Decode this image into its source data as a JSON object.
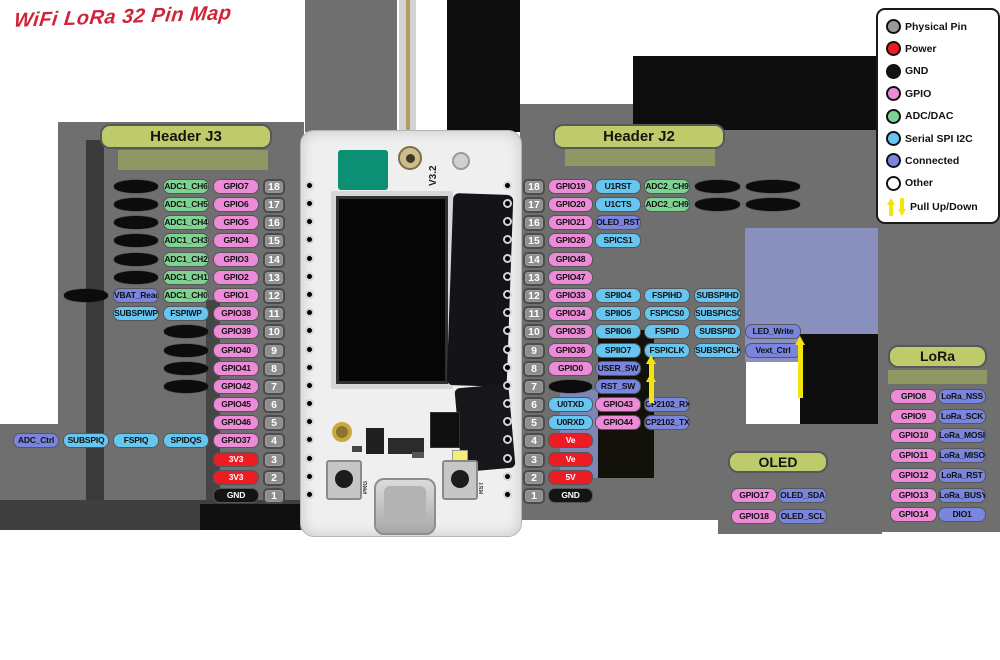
{
  "title": "WiFi LoRa 32 Pin Map",
  "colors": {
    "physical": "#999999",
    "power": "#ED1C24",
    "gnd": "#141414",
    "gpio": "#EE8BD8",
    "adc": "#7FD392",
    "serial": "#66C6F0",
    "connected": "#7A85DE",
    "other": "#FFFFFF",
    "arrow": "#F2E40C",
    "header_box": "#BFCB6B",
    "title_color": "#CE2436"
  },
  "legend": {
    "items": [
      {
        "label": "Physical Pin",
        "swatch": "physical"
      },
      {
        "label": "Power",
        "swatch": "power"
      },
      {
        "label": "GND",
        "swatch": "gnd"
      },
      {
        "label": "GPIO",
        "swatch": "gpio"
      },
      {
        "label": "ADC/DAC",
        "swatch": "adc"
      },
      {
        "label": "Serial SPI I2C",
        "swatch": "serial"
      },
      {
        "label": "Connected",
        "swatch": "connected"
      },
      {
        "label": "Other",
        "swatch": "other"
      },
      {
        "label": "Pull Up/Down",
        "swatch": "arrows"
      }
    ]
  },
  "headers": {
    "j3": {
      "label": "Header J3",
      "rows": [
        {
          "n": 18,
          "cells": [
            {
              "t": "GPIO7",
              "c": "gpio"
            },
            {
              "t": "ADC1_CH6",
              "c": "adc"
            },
            {
              "c": "blob"
            }
          ]
        },
        {
          "n": 17,
          "cells": [
            {
              "t": "GPIO6",
              "c": "gpio"
            },
            {
              "t": "ADC1_CH5",
              "c": "adc"
            },
            {
              "c": "blob"
            }
          ]
        },
        {
          "n": 16,
          "cells": [
            {
              "t": "GPIO5",
              "c": "gpio"
            },
            {
              "t": "ADC1_CH4",
              "c": "adc"
            },
            {
              "c": "blob"
            }
          ]
        },
        {
          "n": 15,
          "cells": [
            {
              "t": "GPIO4",
              "c": "gpio"
            },
            {
              "t": "ADC1_CH3",
              "c": "adc"
            },
            {
              "c": "blob"
            }
          ]
        },
        {
          "n": 14,
          "cells": [
            {
              "t": "GPIO3",
              "c": "gpio"
            },
            {
              "t": "ADC1_CH2",
              "c": "adc"
            },
            {
              "c": "blob"
            }
          ]
        },
        {
          "n": 13,
          "cells": [
            {
              "t": "GPIO2",
              "c": "gpio"
            },
            {
              "t": "ADC1_CH1",
              "c": "adc"
            },
            {
              "c": "blob"
            }
          ]
        },
        {
          "n": 12,
          "cells": [
            {
              "t": "GPIO1",
              "c": "gpio"
            },
            {
              "t": "ADC1_CH0",
              "c": "adc"
            },
            {
              "t": "VBAT_Read",
              "c": "connected"
            },
            {
              "c": "blob"
            }
          ]
        },
        {
          "n": 11,
          "cells": [
            {
              "t": "GPIO38",
              "c": "gpio"
            },
            {
              "t": "FSPIWP",
              "c": "serial"
            },
            {
              "t": "SUBSPIWP",
              "c": "serial"
            }
          ]
        },
        {
          "n": 10,
          "cells": [
            {
              "t": "GPIO39",
              "c": "gpio"
            },
            {
              "c": "blob"
            }
          ]
        },
        {
          "n": 9,
          "cells": [
            {
              "t": "GPIO40",
              "c": "gpio"
            },
            {
              "c": "blob"
            }
          ]
        },
        {
          "n": 8,
          "cells": [
            {
              "t": "GPIO41",
              "c": "gpio"
            },
            {
              "c": "blob"
            }
          ]
        },
        {
          "n": 7,
          "cells": [
            {
              "t": "GPIO42",
              "c": "gpio"
            },
            {
              "c": "blob"
            }
          ]
        },
        {
          "n": 6,
          "cells": [
            {
              "t": "GPIO45",
              "c": "gpio"
            }
          ]
        },
        {
          "n": 5,
          "cells": [
            {
              "t": "GPIO46",
              "c": "gpio"
            }
          ]
        },
        {
          "n": 4,
          "cells": [
            {
              "t": "GPIO37",
              "c": "gpio"
            },
            {
              "t": "SPIDQS",
              "c": "serial"
            },
            {
              "t": "FSPIQ",
              "c": "serial"
            },
            {
              "t": "SUBSPIQ",
              "c": "serial"
            },
            {
              "t": "ADC_Ctrl",
              "c": "connected"
            }
          ]
        },
        {
          "n": 3,
          "cells": [
            {
              "t": "3V3",
              "c": "power"
            }
          ]
        },
        {
          "n": 2,
          "cells": [
            {
              "t": "3V3",
              "c": "power"
            }
          ]
        },
        {
          "n": 1,
          "cells": [
            {
              "t": "GND",
              "c": "gnd"
            }
          ]
        }
      ]
    },
    "j2": {
      "label": "Header J2",
      "rows": [
        {
          "n": 18,
          "cells": [
            {
              "t": "GPIO19",
              "c": "gpio"
            },
            {
              "t": "U1RST",
              "c": "serial"
            },
            {
              "t": "ADC2_CH9",
              "c": "adc"
            },
            {
              "c": "blob"
            },
            {
              "c": "blob"
            }
          ]
        },
        {
          "n": 17,
          "cells": [
            {
              "t": "GPIO20",
              "c": "gpio"
            },
            {
              "t": "U1CTS",
              "c": "serial"
            },
            {
              "t": "ADC2_CH9",
              "c": "adc"
            },
            {
              "c": "blob"
            },
            {
              "c": "blob"
            }
          ]
        },
        {
          "n": 16,
          "cells": [
            {
              "t": "GPIO21",
              "c": "gpio"
            },
            {
              "t": "OLED_RST",
              "c": "connected"
            }
          ]
        },
        {
          "n": 15,
          "cells": [
            {
              "t": "GPIO26",
              "c": "gpio"
            },
            {
              "t": "SPICS1",
              "c": "serial"
            }
          ]
        },
        {
          "n": 14,
          "cells": [
            {
              "t": "GPIO48",
              "c": "gpio"
            }
          ]
        },
        {
          "n": 13,
          "cells": [
            {
              "t": "GPIO47",
              "c": "gpio"
            }
          ]
        },
        {
          "n": 12,
          "cells": [
            {
              "t": "GPIO33",
              "c": "gpio"
            },
            {
              "t": "SPIIO4",
              "c": "serial"
            },
            {
              "t": "FSPIHD",
              "c": "serial"
            },
            {
              "t": "SUBSPIHD",
              "c": "serial"
            }
          ]
        },
        {
          "n": 11,
          "cells": [
            {
              "t": "GPIO34",
              "c": "gpio"
            },
            {
              "t": "SPIIO5",
              "c": "serial"
            },
            {
              "t": "FSPICS0",
              "c": "serial"
            },
            {
              "t": "SUBSPICS0",
              "c": "serial"
            }
          ]
        },
        {
          "n": 10,
          "cells": [
            {
              "t": "GPIO35",
              "c": "gpio"
            },
            {
              "t": "SPIIO6",
              "c": "serial"
            },
            {
              "t": "FSPID",
              "c": "serial"
            },
            {
              "t": "SUBSPID",
              "c": "serial"
            },
            {
              "t": "LED_Write",
              "c": "connected"
            }
          ]
        },
        {
          "n": 9,
          "cells": [
            {
              "t": "GPIO36",
              "c": "gpio"
            },
            {
              "t": "SPIIO7",
              "c": "serial"
            },
            {
              "t": "FSPICLK",
              "c": "serial"
            },
            {
              "t": "SUBSPICLK",
              "c": "serial"
            },
            {
              "t": "Vext_Ctrl",
              "c": "connected"
            }
          ]
        },
        {
          "n": 8,
          "cells": [
            {
              "t": "GPIO0",
              "c": "gpio"
            },
            {
              "t": "USER_SW",
              "c": "connected"
            }
          ],
          "arrow": true
        },
        {
          "n": 7,
          "cells": [
            {
              "c": "blob"
            },
            {
              "t": "RST_SW",
              "c": "connected"
            }
          ],
          "arrow": true
        },
        {
          "n": 6,
          "cells": [
            {
              "t": "U0TXD",
              "c": "serial"
            },
            {
              "t": "GPIO43",
              "c": "gpio"
            },
            {
              "t": "CP2102_RX",
              "c": "connected"
            }
          ]
        },
        {
          "n": 5,
          "cells": [
            {
              "t": "U0RXD",
              "c": "serial"
            },
            {
              "t": "GPIO44",
              "c": "gpio"
            },
            {
              "t": "CP2102_TX",
              "c": "connected"
            }
          ]
        },
        {
          "n": 4,
          "cells": [
            {
              "t": "Ve",
              "c": "power"
            }
          ]
        },
        {
          "n": 3,
          "cells": [
            {
              "t": "Ve",
              "c": "power"
            }
          ]
        },
        {
          "n": 2,
          "cells": [
            {
              "t": "5V",
              "c": "power"
            }
          ]
        },
        {
          "n": 1,
          "cells": [
            {
              "t": "GND",
              "c": "gnd"
            }
          ]
        }
      ]
    },
    "oled": {
      "label": "OLED",
      "rows": [
        {
          "gpio": "GPIO17",
          "func": "OLED_SDA"
        },
        {
          "gpio": "GPIO18",
          "func": "OLED_SCL"
        }
      ]
    },
    "lora": {
      "label": "LoRa",
      "rows": [
        {
          "gpio": "GPIO8",
          "func": "LoRa_NSS"
        },
        {
          "gpio": "GPIO9",
          "func": "LoRa_SCK"
        },
        {
          "gpio": "GPIO10",
          "func": "LoRa_MOSI"
        },
        {
          "gpio": "GPIO11",
          "func": "LoRa_MISO"
        },
        {
          "gpio": "GPIO12",
          "func": "LoRa_RST"
        },
        {
          "gpio": "GPIO13",
          "func": "LoRa_BUSY"
        },
        {
          "gpio": "GPIO14",
          "func": "DIO1"
        }
      ]
    }
  },
  "board": {
    "version": "V3.2",
    "prg": "PRG",
    "rst": "RST"
  }
}
